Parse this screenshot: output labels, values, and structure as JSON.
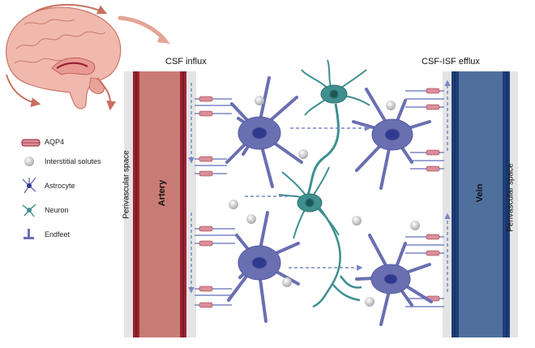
{
  "headers": {
    "csf_influx": "CSF influx",
    "csf_isf_efflux": "CSF-ISF efflux"
  },
  "vessels": {
    "artery": "Artery",
    "vein": "Vein",
    "perivascular_left": "Perivascular space",
    "perivascular_right": "Perivascular space"
  },
  "legend": [
    {
      "icon": "aqp4-channel-icon",
      "label": "AQP4"
    },
    {
      "icon": "solute-sphere-icon",
      "label": "Interstitial solutes"
    },
    {
      "icon": "astrocyte-icon",
      "label": "Astrocyte"
    },
    {
      "icon": "neuron-icon",
      "label": "Neuron"
    },
    {
      "icon": "endfoot-icon",
      "label": "Endfeet"
    }
  ],
  "colors": {
    "artery": "#c97b75",
    "artery_wall": "#9b2232",
    "vein": "#4f6f9d",
    "vein_wall": "#1f3f7a",
    "perivascular": "#e4e4e4",
    "astrocyte": "#6a6fb2",
    "astrocyte_nucleus": "#2f3a8f",
    "neuron": "#3f8f8f",
    "solute": "#c8c8cc",
    "aqp4": "#d98f99",
    "flow_arrow": "#7b86c2",
    "brain": "#f1b8ad",
    "brain_arrow": "#c9705f"
  }
}
